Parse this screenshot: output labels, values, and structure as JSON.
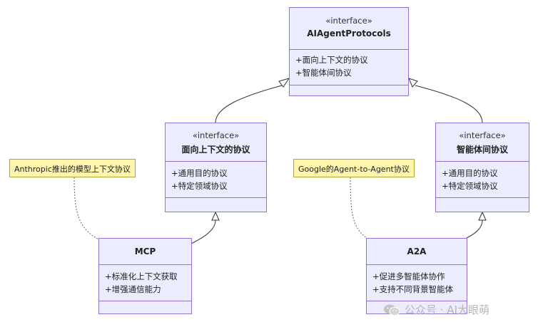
{
  "classes": {
    "aiagent": {
      "stereotype": "«interface»",
      "name": "AIAgentProtocols",
      "members": [
        "+面向上下文的协议",
        "+智能体间协议"
      ]
    },
    "context": {
      "stereotype": "«interface»",
      "name": "面向上下文的协议",
      "members": [
        "+通用目的协议",
        "+特定领域协议"
      ]
    },
    "interagent": {
      "stereotype": "«interface»",
      "name": "智能体间协议",
      "members": [
        "+通用目的协议",
        "+特定领域协议"
      ]
    },
    "mcp": {
      "name": "MCP",
      "members": [
        "+标准化上下文获取",
        "+增强通信能力"
      ]
    },
    "a2a": {
      "name": "A2A",
      "members": [
        "+促进多智能体协作",
        "+支持不同背景智能体"
      ]
    }
  },
  "notes": {
    "mcp": "Anthropic推出的模型上下文协议",
    "a2a": "Google的Agent-to-Agent协议"
  },
  "watermark": "公众号 · AI大眼萌",
  "colors": {
    "class_fill": "#ececff",
    "class_border": "#9370db",
    "note_fill": "#fff5ad",
    "note_border": "#aaaa33",
    "edge": "#333333"
  }
}
